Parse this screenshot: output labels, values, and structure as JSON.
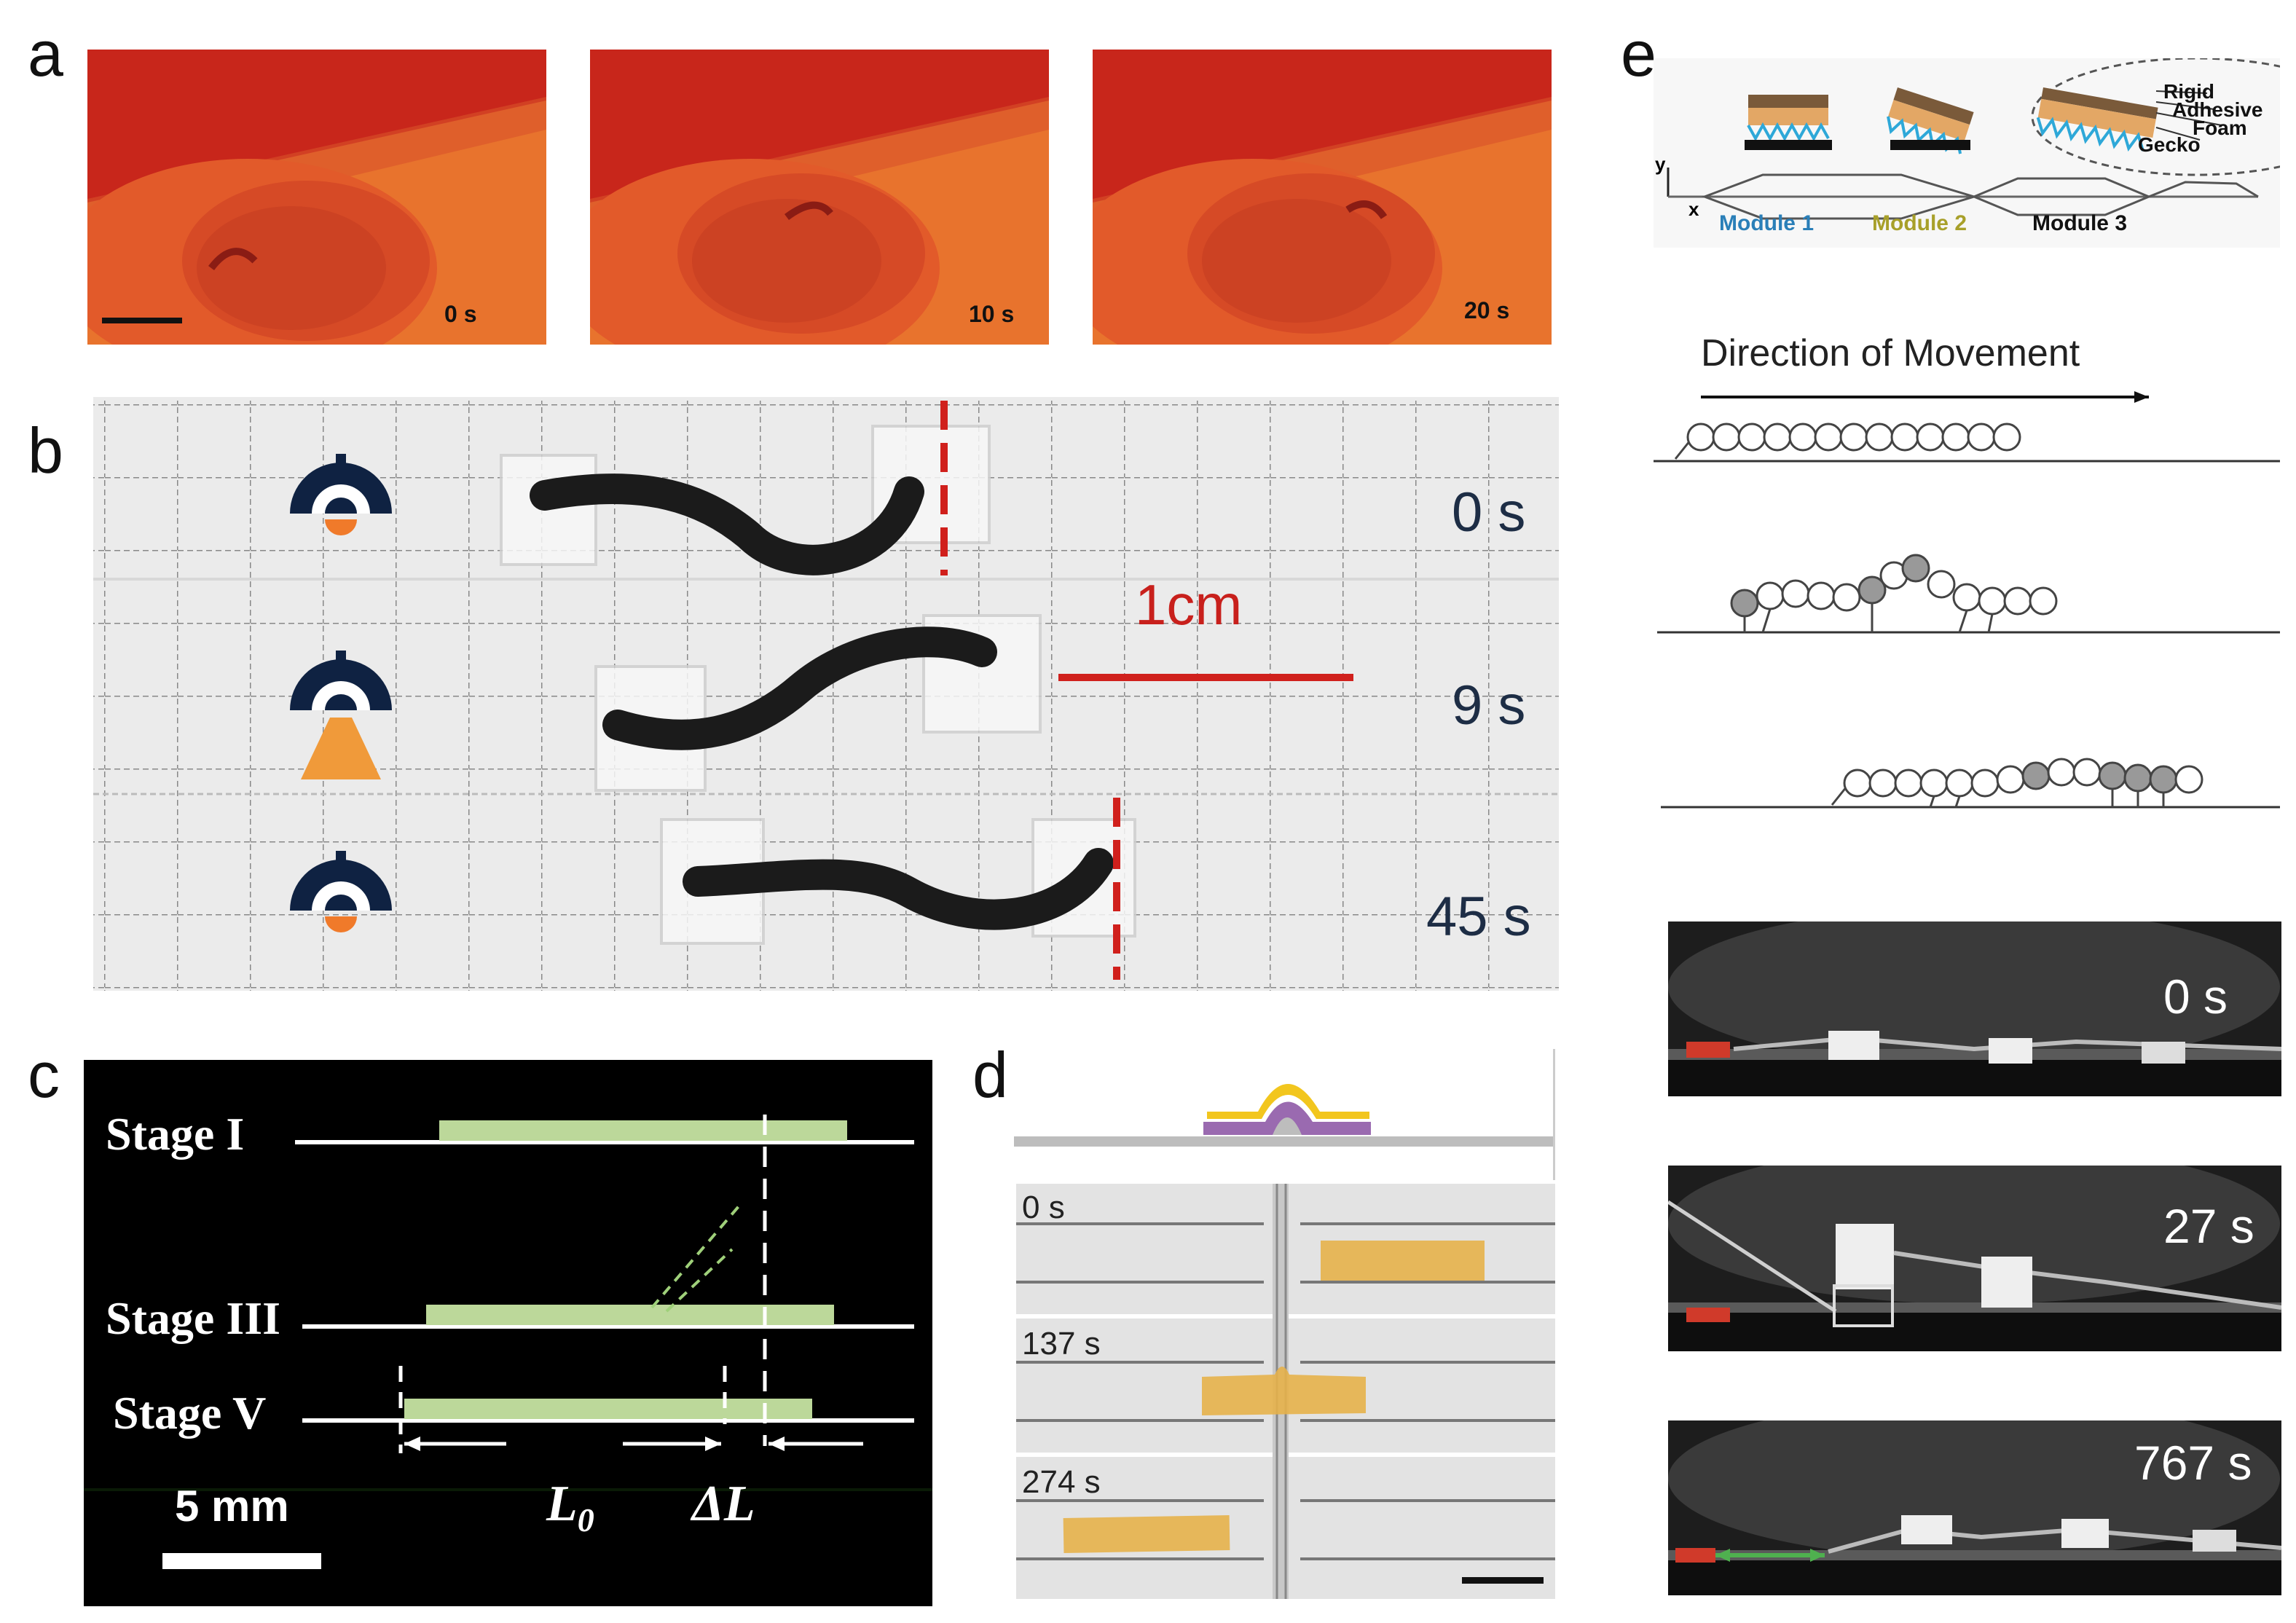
{
  "panels": {
    "a": {
      "label": "a",
      "frames": [
        {
          "time": "0 s"
        },
        {
          "time": "10 s"
        },
        {
          "time": "20 s"
        }
      ]
    },
    "b": {
      "label": "b",
      "scale": "1cm",
      "frames": [
        {
          "time": "0 s"
        },
        {
          "time": "9 s"
        },
        {
          "time": "45 s"
        }
      ]
    },
    "c": {
      "label": "c",
      "stages": [
        "Stage I",
        "Stage III",
        "Stage V"
      ],
      "l0": "L",
      "l0_sub": "0",
      "dl": "ΔL",
      "scale": "5 mm"
    },
    "d": {
      "label": "d",
      "frames": [
        {
          "time": "0 s"
        },
        {
          "time": "137 s"
        },
        {
          "time": "274 s"
        }
      ]
    },
    "e": {
      "label": "e",
      "layers": [
        "Rigid",
        "Adhesive",
        "Foam",
        "Gecko"
      ],
      "axis_y": "y",
      "axis_x": "x",
      "modules": [
        "Module 1",
        "Module 2",
        "Module 3"
      ],
      "direction": "Direction of Movement",
      "frames": [
        {
          "time": "0 s"
        },
        {
          "time": "27 s"
        },
        {
          "time": "767 s"
        }
      ]
    }
  },
  "colors": {
    "panel_a_orange": "#e8732d",
    "panel_a_red": "#c8261b",
    "grid_bg": "#ebebeb",
    "red_marker": "#d0201c",
    "lamp_navy": "#0f2242",
    "lamp_orange": "#f07a2a",
    "panel_c_green": "#bcd89a",
    "panel_d_yellow": "#e6b14a",
    "module1_blue": "#2a7fb8",
    "module2_olive": "#a8a02a"
  }
}
